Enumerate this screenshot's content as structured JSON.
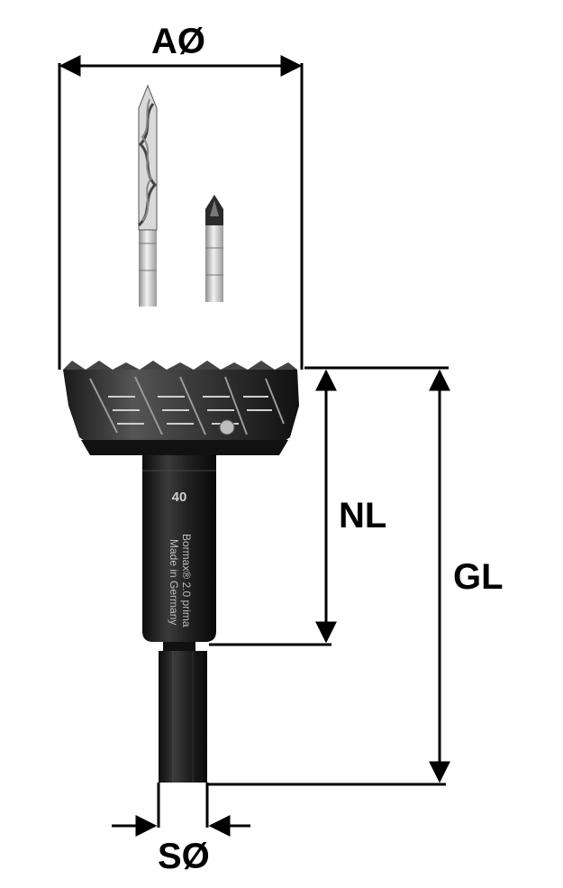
{
  "dimensions": {
    "a_diameter": "AØ",
    "nl": "NL",
    "gl": "GL",
    "s_diameter": "SØ"
  },
  "tool": {
    "size_marking": "40",
    "brand_line": "Bormax® 2.0 prima",
    "origin_line": "Made in Germany"
  },
  "colors": {
    "body": "#1c1c1c",
    "steel": "#c9c9c9",
    "line": "#000000"
  }
}
